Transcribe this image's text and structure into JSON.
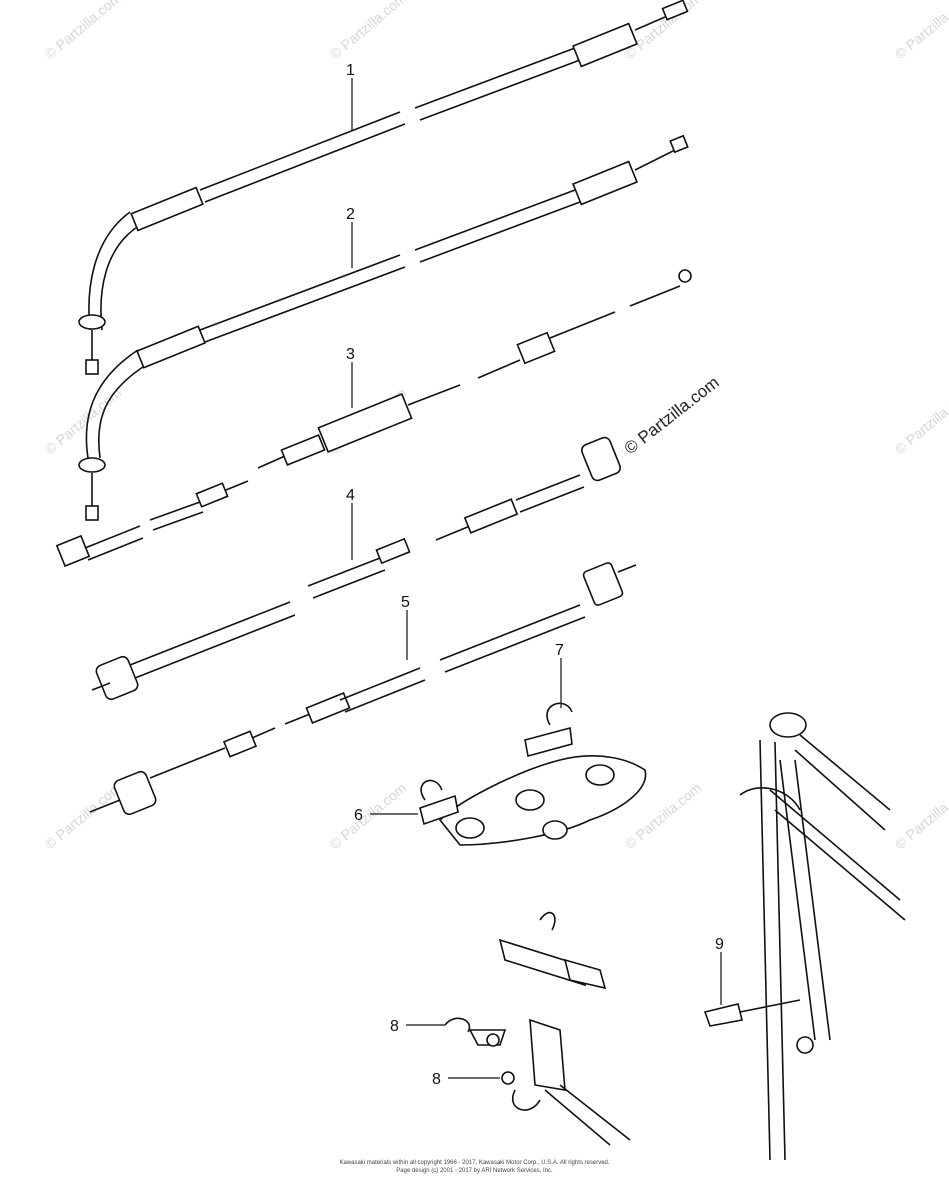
{
  "watermark": {
    "text": "© Partzilla.com"
  },
  "callouts": [
    {
      "id": "c1",
      "label": "1"
    },
    {
      "id": "c2",
      "label": "2"
    },
    {
      "id": "c3",
      "label": "3"
    },
    {
      "id": "c4",
      "label": "4"
    },
    {
      "id": "c5",
      "label": "5"
    },
    {
      "id": "c6",
      "label": "6"
    },
    {
      "id": "c7",
      "label": "7"
    },
    {
      "id": "c8a",
      "label": "8"
    },
    {
      "id": "c8b",
      "label": "8"
    },
    {
      "id": "c9",
      "label": "9"
    }
  ],
  "footer": {
    "line1": "Kawasaki materials within all copyright 1966 - 2017, Kawasaki Motor Corp., U.S.A. All rights reserved.",
    "line2": "Page design (c) 2001 - 2017 by ARI Network Services, Inc."
  }
}
